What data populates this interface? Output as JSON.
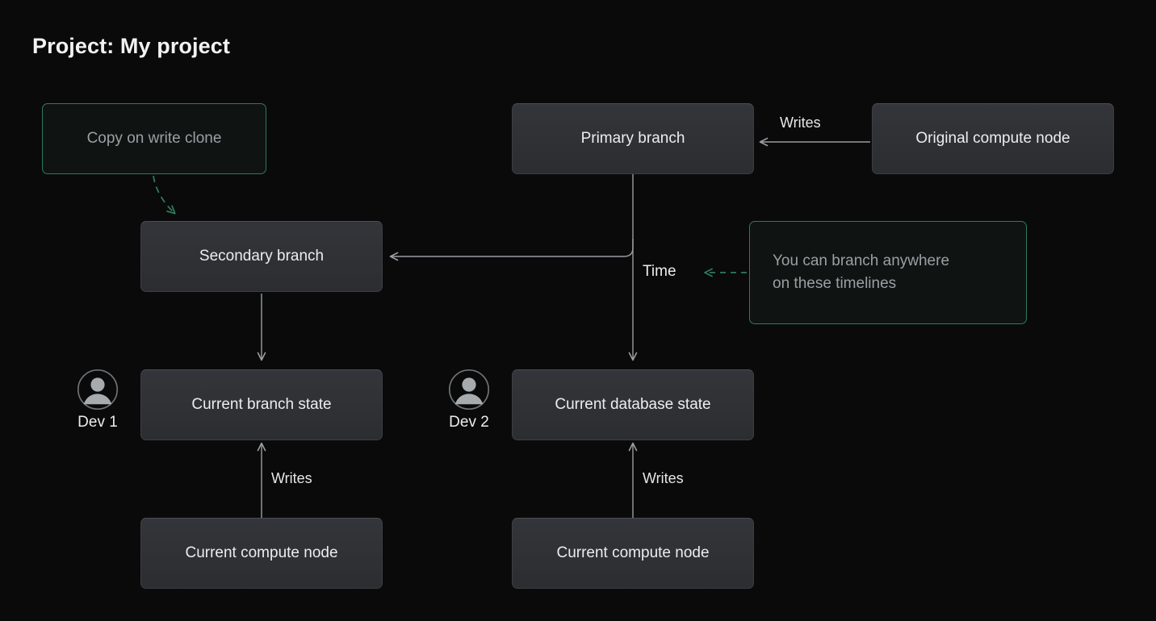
{
  "page": {
    "title": "Project: My project",
    "background": "#0a0a0a",
    "accent_green": "#2f7a5c",
    "node_fill": "#2f3135",
    "node_border": "#3b3e43",
    "wire_color": "#9a9da1",
    "text_color": "#eceded",
    "muted_text_color": "#9aa0a3"
  },
  "nodes": {
    "copy_on_write_clone": {
      "label": "Copy on write clone",
      "style": "green-outline"
    },
    "primary_branch": {
      "label": "Primary branch",
      "style": "solid"
    },
    "original_compute_node": {
      "label": "Original compute node",
      "style": "solid"
    },
    "secondary_branch": {
      "label": "Secondary branch",
      "style": "solid"
    },
    "branch_anywhere_note": {
      "label": "You can branch anywhere on these timelines",
      "line1": "You can branch anywhere",
      "line2": "on these timelines",
      "style": "green-outline"
    },
    "current_branch_state": {
      "label": "Current branch state",
      "style": "solid"
    },
    "current_database_state": {
      "label": "Current database state",
      "style": "solid"
    },
    "current_compute_node_left": {
      "label": "Current compute node",
      "style": "solid"
    },
    "current_compute_node_right": {
      "label": "Current compute node",
      "style": "solid"
    }
  },
  "labels": {
    "writes_top": "Writes",
    "writes_left": "Writes",
    "writes_right": "Writes",
    "time": "Time"
  },
  "devs": [
    {
      "name": "Dev 1",
      "icon": "user-avatar-icon"
    },
    {
      "name": "Dev 2",
      "icon": "user-avatar-icon"
    }
  ],
  "edges": [
    {
      "from": "original_compute_node",
      "to": "primary_branch",
      "label": "Writes",
      "style": "solid-arrow-left"
    },
    {
      "from": "copy_on_write_clone",
      "to": "secondary_branch",
      "label": "",
      "style": "green-dashed-arrow"
    },
    {
      "from": "primary_branch",
      "to": "secondary_branch",
      "label": "",
      "style": "solid-elbow-arrow-left"
    },
    {
      "from": "primary_branch",
      "to": "current_database_state",
      "label": "",
      "style": "solid-arrow-down"
    },
    {
      "from": "secondary_branch",
      "to": "current_branch_state",
      "label": "",
      "style": "solid-arrow-down"
    },
    {
      "from": "current_compute_node_left",
      "to": "current_branch_state",
      "label": "Writes",
      "style": "solid-arrow-up"
    },
    {
      "from": "current_compute_node_right",
      "to": "current_database_state",
      "label": "Writes",
      "style": "solid-arrow-up"
    },
    {
      "from": "branch_anywhere_note",
      "to": "time",
      "label": "",
      "style": "green-dashed-arrow-left"
    }
  ]
}
